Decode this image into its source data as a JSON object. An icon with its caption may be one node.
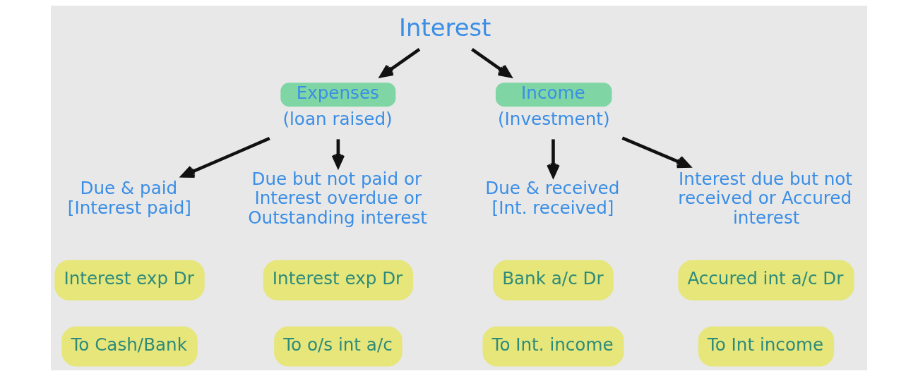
{
  "diagram": {
    "nodes": [
      {
        "text": [
          "Interest"
        ]
      },
      {
        "text": [
          "Expenses",
          "(loan raised)"
        ]
      },
      {
        "text": [
          "Income",
          "(Investment)"
        ]
      },
      {
        "text": [
          "Due & paid",
          "[Interest paid]"
        ]
      },
      {
        "text": [
          "Interest exp Dr"
        ]
      },
      {
        "text": [
          "To Cash/Bank"
        ]
      },
      {
        "text": [
          "Due but not paid or Interest overdue or Outstanding interest"
        ]
      },
      {
        "text": [
          "Interest exp Dr"
        ]
      },
      {
        "text": [
          "To o/s int a/c"
        ]
      },
      {
        "text": [
          "Due & received",
          "[Int. received]"
        ]
      },
      {
        "text": [
          "Bank a/c Dr"
        ]
      },
      {
        "text": [
          "To Int. income"
        ]
      },
      {
        "text": [
          "Interest due but not received or Accured interest"
        ]
      },
      {
        "text": [
          "Accured int a/c Dr"
        ]
      },
      {
        "text": [
          "To Int income"
        ]
      }
    ],
    "edges": [
      {
        "from": 0,
        "to": 1,
        "arrow": "to"
      },
      {
        "from": 0,
        "to": 2,
        "arrow": "to"
      },
      {
        "from": 1,
        "to": 3,
        "arrow": "to"
      },
      {
        "from": 1,
        "to": 6,
        "arrow": "to"
      },
      {
        "from": 2,
        "to": 9,
        "arrow": "to"
      },
      {
        "from": 2,
        "to": 12,
        "arrow": "to"
      }
    ]
  }
}
